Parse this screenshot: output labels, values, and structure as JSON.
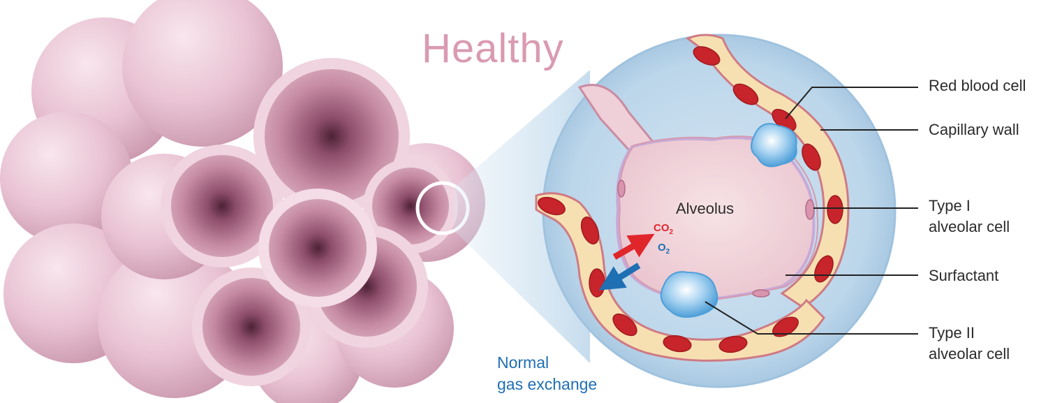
{
  "title": "Healthy",
  "center_label": "Alveolus",
  "gases": {
    "co2": "CO",
    "co2_sub": "2",
    "o2": "O",
    "o2_sub": "2"
  },
  "caption": {
    "line1": "Normal",
    "line2": "gas exchange"
  },
  "labels": {
    "red_blood_cell": "Red blood cell",
    "capillary_wall": "Capillary wall",
    "type1_line1": "Type I",
    "type1_line2": "alveolar cell",
    "surfactant": "Surfactant",
    "type2_line1": "Type II",
    "type2_line2": "alveolar cell"
  },
  "colors": {
    "title": "#d99ab2",
    "caption": "#1f6fb3",
    "co2_arrow": "#e0262b",
    "o2_arrow": "#1f6fb3",
    "inset_background": "#bcd6ea",
    "red_blood_cell": "#c8242b",
    "capillary": "#f6e0b2",
    "alveolus_lumen": "#f2d6dc"
  }
}
